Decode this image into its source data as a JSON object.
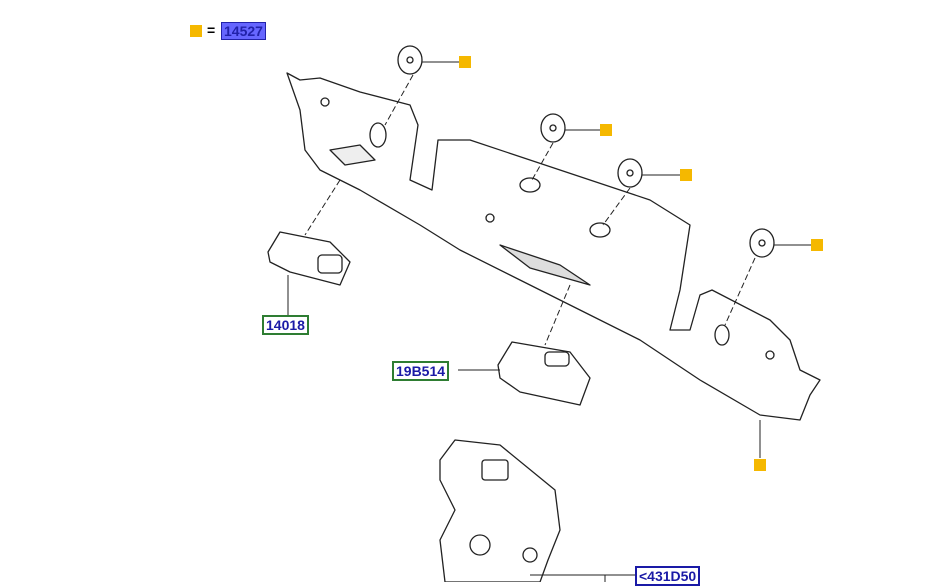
{
  "legend": {
    "symbol_color": "#f5b800",
    "equals": "=",
    "part_number": "14527"
  },
  "callouts": [
    {
      "id": "14018",
      "style": "green"
    },
    {
      "id": "19B514",
      "style": "green"
    },
    {
      "id": "<431D50",
      "style": "blue"
    }
  ],
  "colors": {
    "marker": "#f5b800",
    "line": "#222222",
    "label_text": "#1a1aa6",
    "label_border_green": "#2e7d32"
  }
}
